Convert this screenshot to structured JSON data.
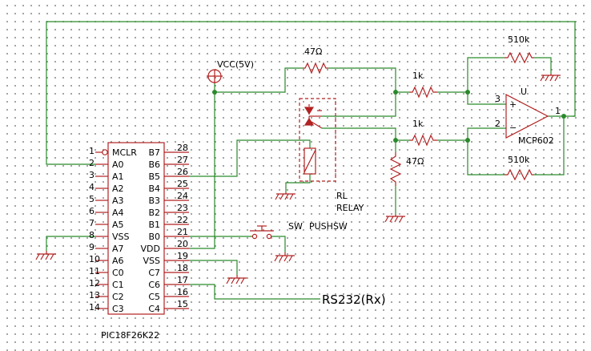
{
  "colors": {
    "wire": "#2a8a2a",
    "component": "#b22222",
    "text": "#000000",
    "dot": "#8a8a8a"
  },
  "mcu": {
    "part": "PIC18F26K22",
    "left_pins": [
      {
        "num": "1",
        "name": "MCLR"
      },
      {
        "num": "2",
        "name": "A0"
      },
      {
        "num": "3",
        "name": "A1"
      },
      {
        "num": "4",
        "name": "A2"
      },
      {
        "num": "5",
        "name": "A3"
      },
      {
        "num": "6",
        "name": "A4"
      },
      {
        "num": "7",
        "name": "A5"
      },
      {
        "num": "8",
        "name": "VSS"
      },
      {
        "num": "9",
        "name": "A7"
      },
      {
        "num": "10",
        "name": "A6"
      },
      {
        "num": "11",
        "name": "C0"
      },
      {
        "num": "12",
        "name": "C1"
      },
      {
        "num": "13",
        "name": "C2"
      },
      {
        "num": "14",
        "name": "C3"
      }
    ],
    "right_pins": [
      {
        "num": "28",
        "name": "B7"
      },
      {
        "num": "27",
        "name": "B6"
      },
      {
        "num": "26",
        "name": "B5"
      },
      {
        "num": "25",
        "name": "B4"
      },
      {
        "num": "24",
        "name": "B3"
      },
      {
        "num": "23",
        "name": "B2"
      },
      {
        "num": "22",
        "name": "B1"
      },
      {
        "num": "21",
        "name": "B0"
      },
      {
        "num": "20",
        "name": "VDD"
      },
      {
        "num": "19",
        "name": "VSS"
      },
      {
        "num": "18",
        "name": "C7"
      },
      {
        "num": "17",
        "name": "C6"
      },
      {
        "num": "16",
        "name": "C5"
      },
      {
        "num": "15",
        "name": "C4"
      }
    ]
  },
  "labels": {
    "vcc": "VCC(5V)",
    "r_vcc": "47Ω",
    "r_in_top": "1k",
    "r_in_bottom": "1k",
    "r_fb_top": "510k",
    "r_fb_bottom": "510k",
    "r_gnd": "47Ω",
    "opamp_ref": "U",
    "opamp_part": "MCP602",
    "opamp_pin_noninv": "3",
    "opamp_pin_inv": "2",
    "opamp_pin_out": "1",
    "opamp_sign_plus": "+",
    "opamp_sign_minus": "−",
    "relay_ref": "RL",
    "relay_part": "RELAY",
    "switch_ref": "SW",
    "switch_part": "PUSHSW",
    "rs232": "RS232(Rx)"
  }
}
